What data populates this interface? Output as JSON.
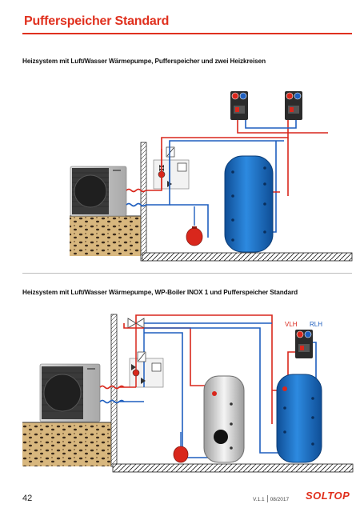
{
  "page": {
    "title": "Pufferspeicher Standard",
    "page_number": "42",
    "version": "V.1.1",
    "date": "08/2017",
    "brand": "SOLTOP"
  },
  "diagram1": {
    "subtitle": "Heizsystem mit Luft/Wasser Wärmepumpe, Pufferspeicher und zwei Heizkreisen"
  },
  "diagram2": {
    "subtitle": "Heizsystem mit Luft/Wasser Wärmepumpe, WP-Boiler INOX 1 und Pufferspeicher Standard",
    "flow_label": "VLH",
    "return_label": "RLH"
  },
  "colors": {
    "accent": "#e0301e",
    "pipe_hot": "#d9271c",
    "pipe_cold": "#1f5fbf",
    "tank_blue": "#1e6fc0"
  }
}
